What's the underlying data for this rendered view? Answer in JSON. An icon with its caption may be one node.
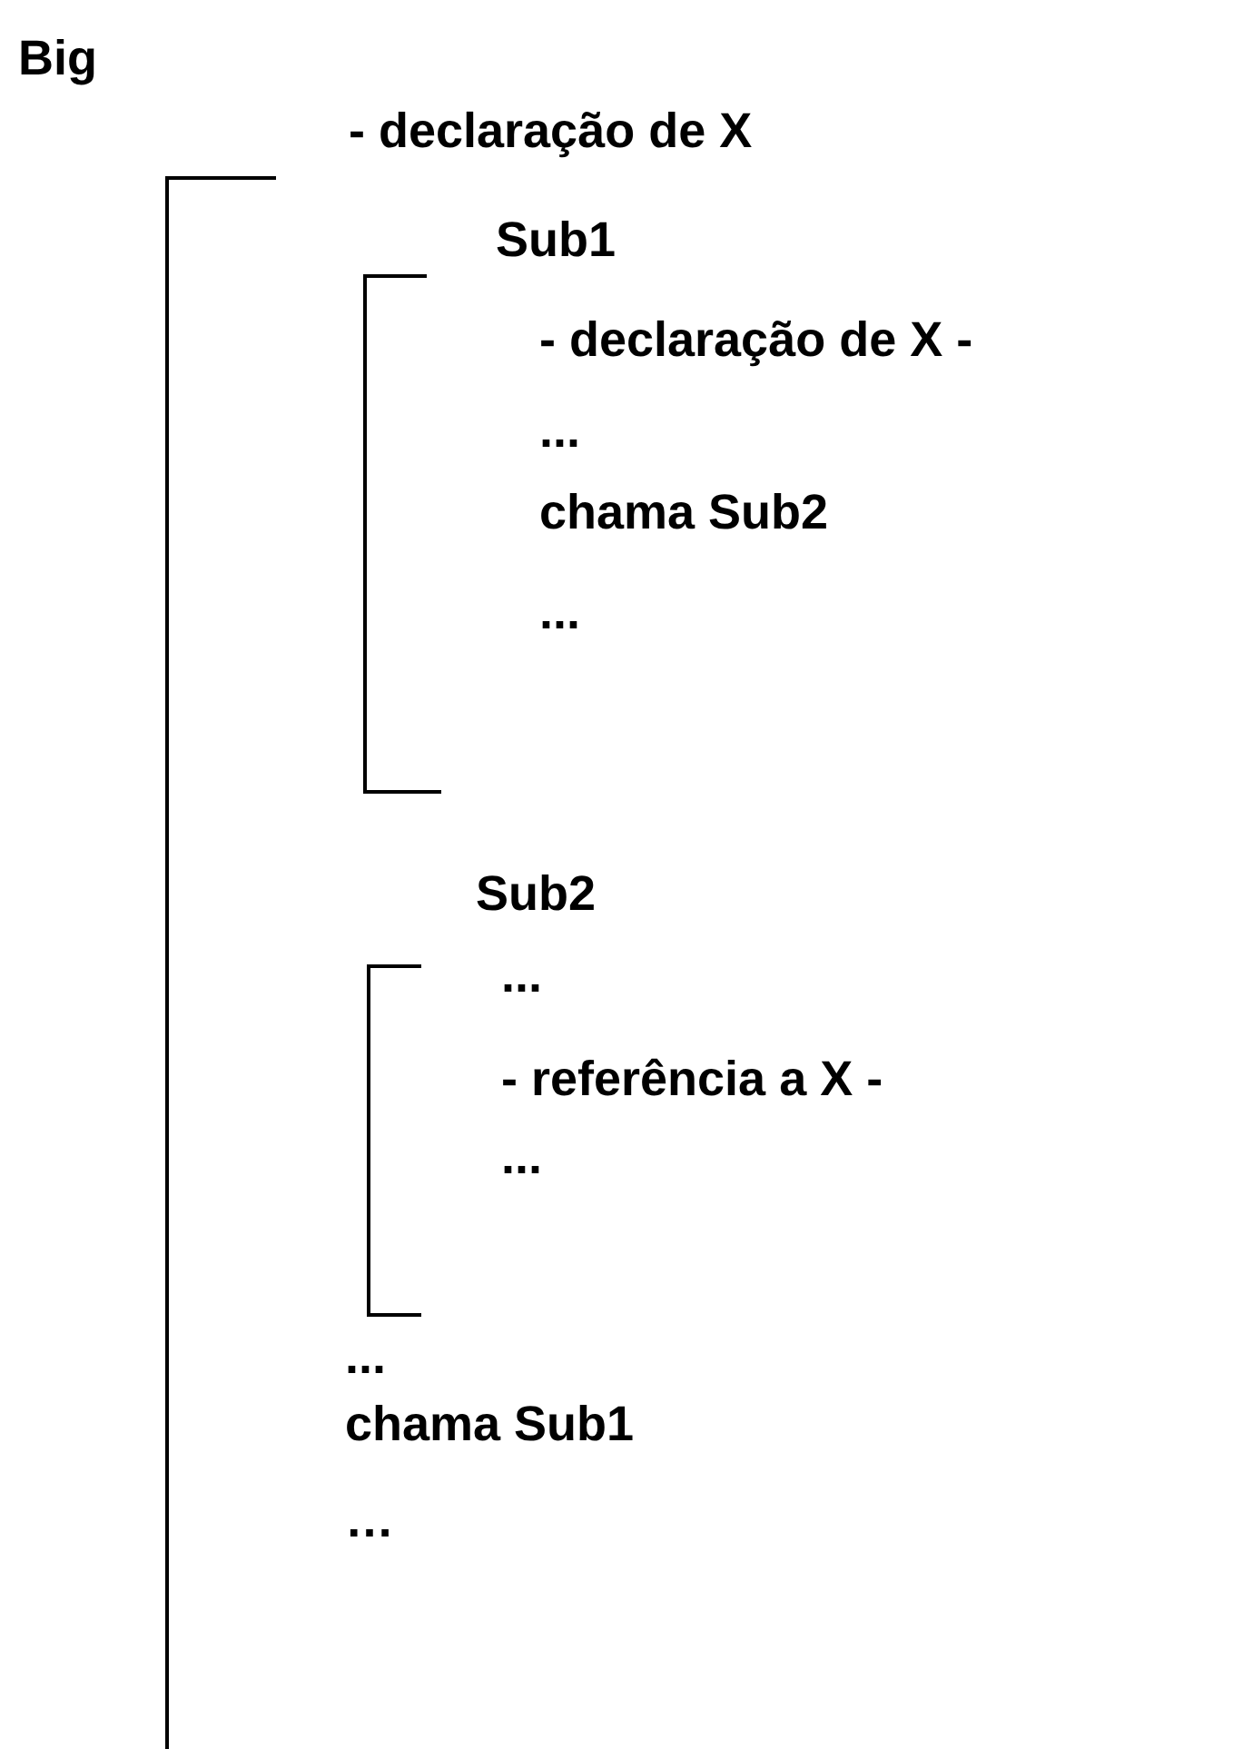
{
  "diagram": {
    "nodes": [
      {
        "text": [
          "Big",
          "- declaração de X",
          "...",
          "chama Sub1",
          "…"
        ]
      },
      {
        "text": [
          "Sub1",
          "- declaração de X -",
          "...",
          "chama Sub2",
          "..."
        ],
        "in": 0
      },
      {
        "text": [
          "Sub2",
          "...",
          "- referência a X -",
          "..."
        ],
        "in": 0
      }
    ]
  }
}
